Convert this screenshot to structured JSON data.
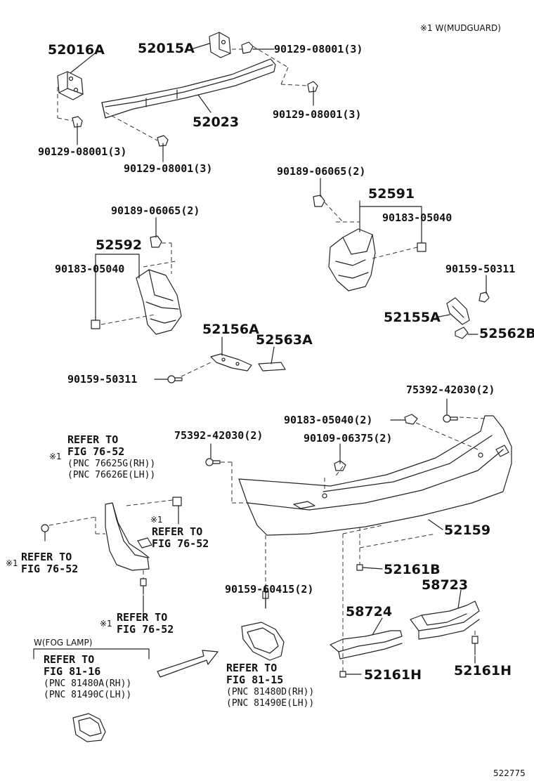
{
  "header": {
    "note": "※1 W(MUDGUARD)"
  },
  "footer": {
    "figure_code": "522775"
  },
  "parts": {
    "p52016A": "52016A",
    "p52015A": "52015A",
    "p52023": "52023",
    "bolt_tr1": "90129-08001(3)",
    "bolt_tr2": "90129-08001(3)",
    "bolt_l": "90129-08001(3)",
    "bolt_c": "90129-08001(3)",
    "clip_r": "90189-06065(2)",
    "p52591": "52591",
    "nut_r": "90183-05040",
    "clip_l": "90189-06065(2)",
    "p52592": "52592",
    "nut_l": "90183-05040",
    "screw_r": "90159-50311",
    "p52155A": "52155A",
    "p52562B": "52562B",
    "p52156A": "52156A",
    "p52563A": "52563A",
    "screw_c": "90159-50311",
    "rivet_r": "75392-42030(2)",
    "nut_c": "90183-05040(2)",
    "rivet_l": "75392-42030(2)",
    "clip_c": "90109-06375(2)",
    "p52159": "52159",
    "p52161B": "52161B",
    "screw_b": "90159-60415(2)",
    "p58723": "58723",
    "p58724": "58724",
    "p52161H_a": "52161H",
    "p52161H_b": "52161H"
  },
  "refs": {
    "mudguard_top": {
      "l1": "REFER TO",
      "l2": "FIG 76-52",
      "l3": "(PNC 76625G(RH))",
      "l4": "(PNC 76626E(LH))"
    },
    "mudguard_right": {
      "l1": "REFER TO",
      "l2": "FIG 76-52"
    },
    "mudguard_left": {
      "l1": "REFER TO",
      "l2": "FIG 76-52"
    },
    "mudguard_bottom": {
      "l1": "REFER TO",
      "l2": "FIG 76-52"
    },
    "fog_lamp": {
      "title": "W(FOG LAMP)",
      "l1": "REFER TO",
      "l2": "FIG 81-16",
      "l3": "(PNC 81480A(RH))",
      "l4": "(PNC 81490C(LH))"
    },
    "fog_cover": {
      "l1": "REFER TO",
      "l2": "FIG 81-15",
      "l3": "(PNC 81480D(RH))",
      "l4": "(PNC 81490E(LH))"
    }
  },
  "marks": {
    "mudguard": "※1"
  }
}
